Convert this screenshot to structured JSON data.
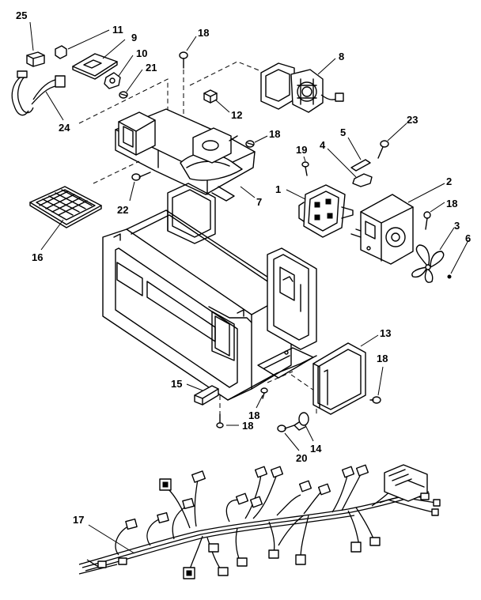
{
  "callouts": {
    "c25": "25",
    "c11": "11",
    "c9": "9",
    "c10": "10",
    "c21": "21",
    "c24": "24",
    "c18a": "18",
    "c8": "8",
    "c12": "12",
    "c18b": "18",
    "c7": "7",
    "c22": "22",
    "c16": "16",
    "c19": "19",
    "c4": "4",
    "c5": "5",
    "c23": "23",
    "c1": "1",
    "c2": "2",
    "c18c": "18",
    "c3": "3",
    "c6": "6",
    "c13": "13",
    "c18d": "18",
    "c15": "15",
    "c18e": "18",
    "c14": "14",
    "c20": "20",
    "c17": "17"
  }
}
